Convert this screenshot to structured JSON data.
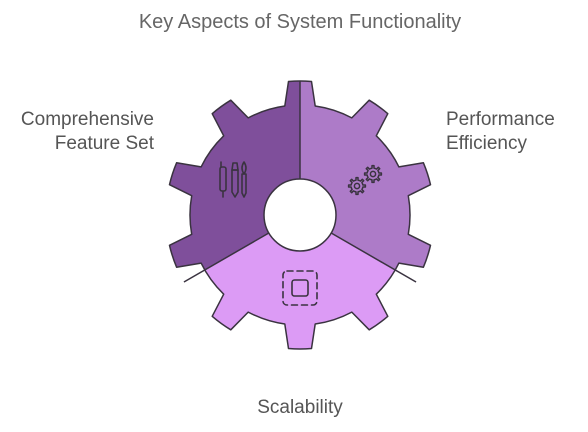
{
  "title": "Key Aspects of System Functionality",
  "segments": [
    {
      "name": "comprehensive-feature-set",
      "label_lines": [
        "Comprehensive",
        "Feature Set"
      ],
      "icon": "pens-tools-icon",
      "color": "#7f4f9b"
    },
    {
      "name": "performance-efficiency",
      "label_lines": [
        "Performance",
        "Efficiency"
      ],
      "icon": "gears-icon",
      "color": "#ad7bc8"
    },
    {
      "name": "scalability",
      "label_lines": [
        "Scalability"
      ],
      "icon": "scale-frame-icon",
      "color": "#dc9bf5"
    }
  ],
  "colors": {
    "outline": "#3a3340",
    "title_text": "#666666",
    "label_text": "#555555"
  }
}
